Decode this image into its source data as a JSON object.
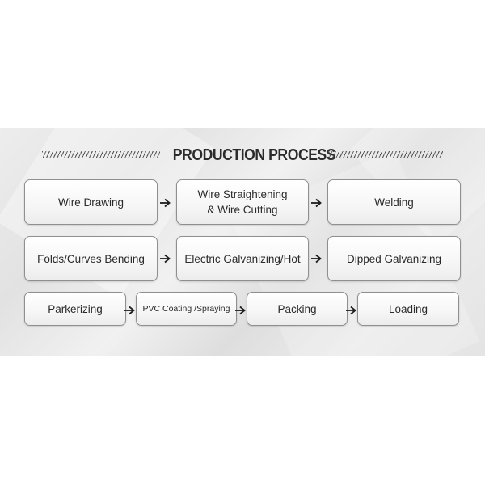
{
  "title": "PRODUCTION PROCESS",
  "steps": [
    {
      "label": "Wire Drawing"
    },
    {
      "label": "Wire Straightening\n& Wire Cutting"
    },
    {
      "label": "Welding"
    },
    {
      "label": "Folds/Curves Bending"
    },
    {
      "label": "Electric Galvanizing/Hot"
    },
    {
      "label": "Dipped Galvanizing"
    },
    {
      "label": "Parkerizing"
    },
    {
      "label": "PVC Coating /Spraying"
    },
    {
      "label": "Packing"
    },
    {
      "label": "Loading"
    }
  ],
  "colors": {
    "text": "#2a2a2a",
    "border": "#8f8f8f",
    "arrow": "#1e1e1e"
  }
}
